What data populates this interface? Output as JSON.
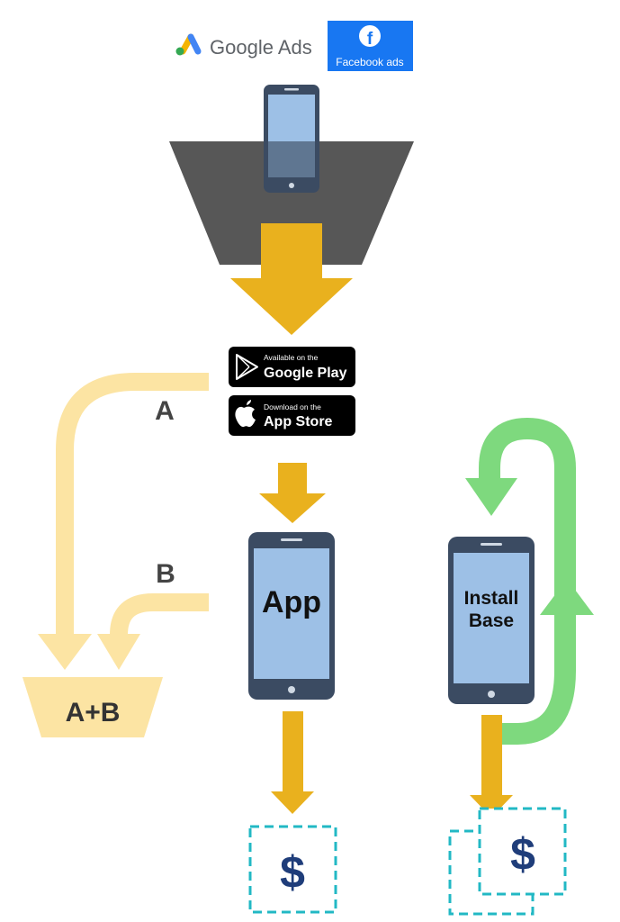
{
  "logos": {
    "google_ads": "Google Ads",
    "facebook_ads": "Facebook ads"
  },
  "stores": {
    "google_play": {
      "small": "Available on the",
      "big": "Google Play"
    },
    "app_store": {
      "small": "Download on the",
      "big": "App Store"
    }
  },
  "paths": {
    "a_label": "A",
    "b_label": "B",
    "combined_label": "A+B"
  },
  "phones": {
    "app_label": "App",
    "install_base_label": "Install Base"
  },
  "revenue": {
    "symbol": "$"
  },
  "colors": {
    "funnel": "#575757",
    "arrow_gold": "#e9b11e",
    "arrow_light": "#fce4a3",
    "loop_green": "#7ed97e",
    "phone_body": "#3b4b62",
    "phone_screen": "#9dc0e6",
    "dashed_box": "#22b8c4",
    "dollar": "#1f3d7a",
    "facebook_bg": "#1877f2"
  }
}
